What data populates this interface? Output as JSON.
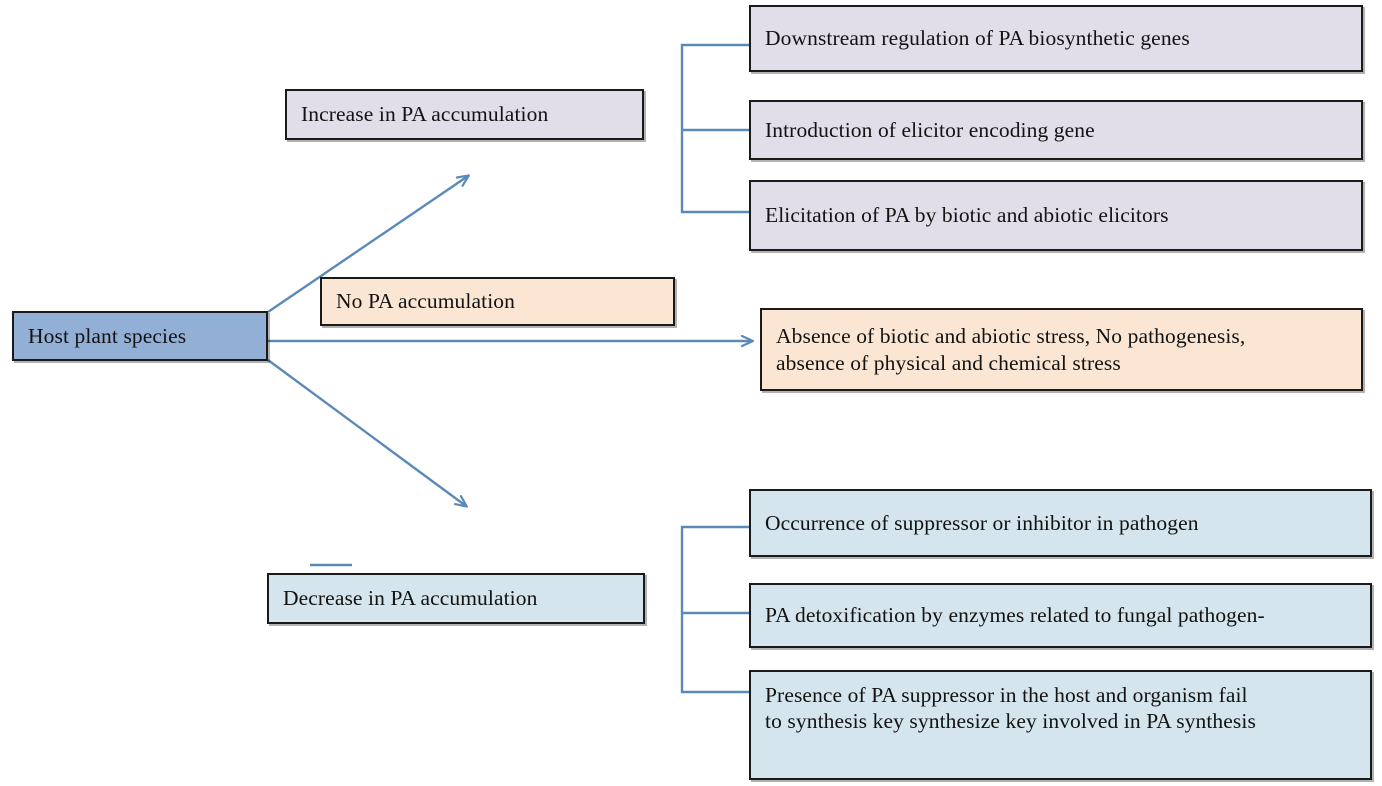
{
  "diagram": {
    "title": "Host plant species PA accumulation outcomes",
    "colors": {
      "root_fill": "#92b0d6",
      "increase_fill": "#e2dee9",
      "none_fill": "#fbe6d4",
      "decrease_fill": "#d5e5ed",
      "border": "#1a1a1a",
      "connector": "#5b8ab8",
      "background": "#ffffff"
    },
    "root": {
      "label": "Host plant species"
    },
    "branches": [
      {
        "id": "increase",
        "label": "Increase in PA accumulation",
        "connector": "diagonal-up-arrow",
        "children": [
          {
            "label": "Downstream regulation of PA biosynthetic genes"
          },
          {
            "label": "Introduction of elicitor encoding gene"
          },
          {
            "label": "Elicitation of PA by biotic and abiotic elicitors"
          }
        ]
      },
      {
        "id": "none",
        "label": "No PA accumulation",
        "connector": "horizontal-arrow",
        "children": [
          {
            "label": "Absence of biotic and abiotic stress, No pathogenesis,\nabsence of physical and chemical stress"
          }
        ]
      },
      {
        "id": "decrease",
        "label": "Decrease in PA accumulation",
        "connector": "diagonal-down-arrow",
        "children": [
          {
            "label": "Occurrence of suppressor or inhibitor in pathogen"
          },
          {
            "label": "PA detoxification by enzymes related to fungal pathogen-"
          },
          {
            "label": "Presence of PA suppressor in the host and organism fail\nto synthesis key synthesize key involved in PA synthesis"
          }
        ]
      }
    ]
  }
}
